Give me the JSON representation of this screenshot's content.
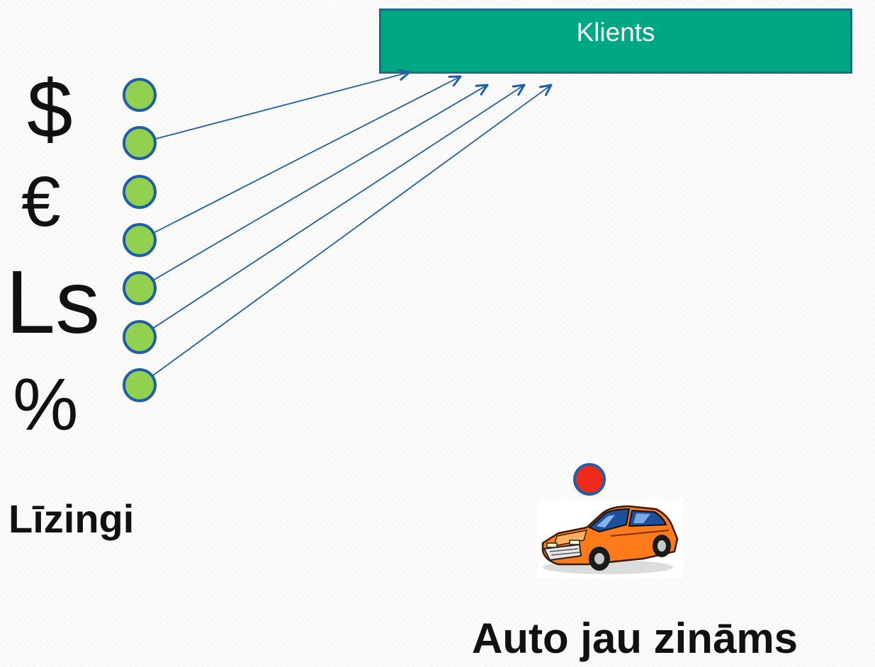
{
  "client_box": {
    "label": "Klients",
    "fill": "#00a783",
    "border": "#1f6a84"
  },
  "symbols": [
    "$",
    "€",
    "Ls",
    "%"
  ],
  "left_caption": "Līzingi",
  "right_caption": "Auto jau zināms",
  "node_colors": {
    "leasing_fill": "#92d050",
    "car_marker_fill": "#ee2a1a",
    "outline": "#1f5fa8"
  },
  "leasing_node_count": 7,
  "arrow_color": "#1f5fa8",
  "car_icon": "car-icon"
}
